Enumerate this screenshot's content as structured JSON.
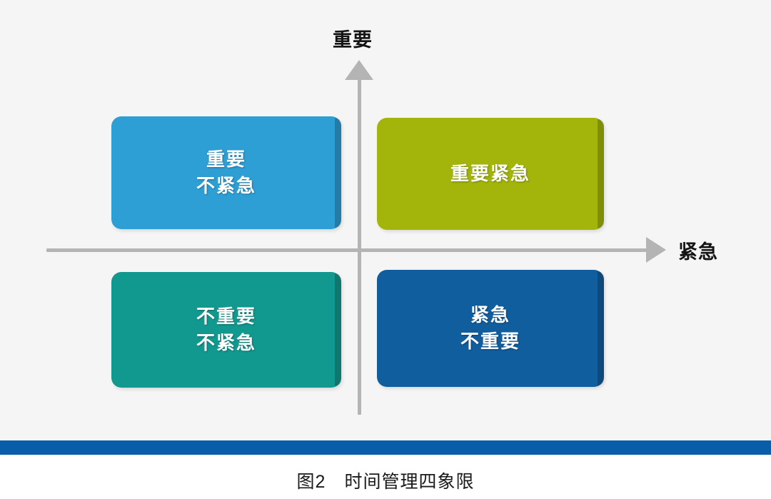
{
  "figure": {
    "background_color": "#f5f5f5",
    "page_background_color": "#ffffff",
    "caption": "图2　时间管理四象限",
    "rule_color": "#0a5da8"
  },
  "axes": {
    "vertical_label": "重要",
    "horizontal_label": "紧急",
    "line_color": "#b4b4b4"
  },
  "chart_data": {
    "type": "scatter",
    "title": "图2　时间管理四象限",
    "xlabel": "紧急",
    "ylabel": "重要",
    "grid": false,
    "legend": "none",
    "quadrants": [
      {
        "id": "important-not-urgent",
        "position": "top-left",
        "lines": [
          "重要",
          "不紧急"
        ],
        "color": "#2e9fd4"
      },
      {
        "id": "important-urgent",
        "position": "top-right",
        "lines": [
          "重要紧急"
        ],
        "color": "#a3b50a"
      },
      {
        "id": "not-important-not-urgent",
        "position": "bottom-left",
        "lines": [
          "不重要",
          "不紧急"
        ],
        "color": "#12998f"
      },
      {
        "id": "urgent-not-important",
        "position": "bottom-right",
        "lines": [
          "紧急",
          "不重要"
        ],
        "color": "#115e9e"
      }
    ]
  }
}
